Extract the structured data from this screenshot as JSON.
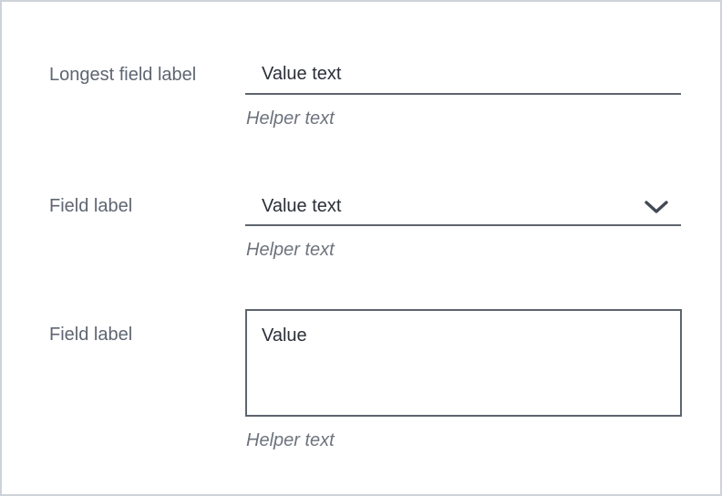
{
  "colors": {
    "frame_border": "#ced3d9",
    "control_border": "#5e646e",
    "label_text": "#5e6672",
    "value_text": "#2b2f38",
    "helper_text": "#6d737d",
    "chevron": "#424955",
    "background": "#ffffff"
  },
  "fields": [
    {
      "type": "text",
      "label": "Longest field label",
      "value": "Value text",
      "helper": "Helper text"
    },
    {
      "type": "select",
      "label": "Field label",
      "value": "Value text",
      "helper": "Helper text",
      "icon": "chevron-down-icon"
    },
    {
      "type": "textarea",
      "label": "Field label",
      "value": "Value",
      "helper": "Helper text"
    }
  ]
}
